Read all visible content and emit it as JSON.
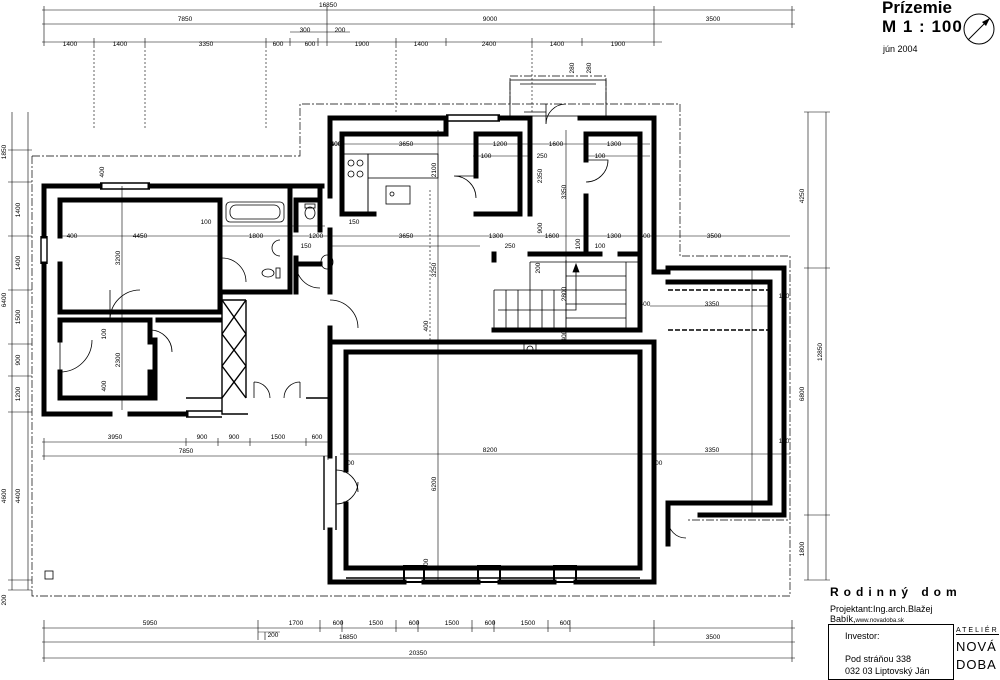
{
  "title": "Prízemie",
  "scale": "M  1 : 100",
  "date": "jún 2004",
  "house_name": "Rodinný dom",
  "projektant": "Projektant:Ing.arch.Blažej Babík,",
  "projektant_web": "www.novadoba.sk",
  "investor": {
    "label": "Investor:",
    "line1": "Pod stráňou 338",
    "line2": "032 03  Liptovský Ján"
  },
  "logo": {
    "line1": "ATELIÉR",
    "line2": "NOVÁ",
    "line3": "DOBA"
  },
  "dimensions": {
    "top_total": "16850",
    "top_row2": [
      "7850",
      "9000",
      "3500"
    ],
    "top_row3": [
      "1400",
      "1400",
      "3350",
      "600",
      "600",
      "1900",
      "1400",
      "2400",
      "1400",
      "1900"
    ],
    "top_small": [
      "300",
      "200",
      "280",
      "280"
    ],
    "left_column": [
      "1850",
      "1400",
      "1400",
      "1500",
      "900",
      "1200",
      "6400",
      "4600",
      "4400",
      "200"
    ],
    "right_column": [
      "4250",
      "6800",
      "12850",
      "1800"
    ],
    "bottom_row1": [
      "5950",
      "1700",
      "600",
      "1500",
      "600",
      "1500",
      "600",
      "1500",
      "600"
    ],
    "bottom_small": "200",
    "bottom_row2": [
      "16850",
      "3500"
    ],
    "bottom_total": "20350",
    "mid_row": [
      "3950",
      "900",
      "900",
      "1500",
      "600"
    ],
    "mid_total": "7850",
    "interior": [
      "400",
      "4450",
      "100",
      "1800",
      "1200",
      "150",
      "3650",
      "1300",
      "400",
      "3500",
      "3200",
      "100",
      "2300",
      "400",
      "400",
      "100",
      "150",
      "3650",
      "100",
      "1200",
      "1600",
      "1300",
      "2100",
      "250",
      "2350",
      "3350",
      "100",
      "900",
      "1600",
      "100",
      "250",
      "200",
      "2800",
      "3250",
      "400",
      "400",
      "400",
      "3350",
      "150",
      "8200",
      "6200",
      "400",
      "400",
      "3350",
      "150",
      "400",
      "400",
      "1300",
      "100"
    ]
  }
}
